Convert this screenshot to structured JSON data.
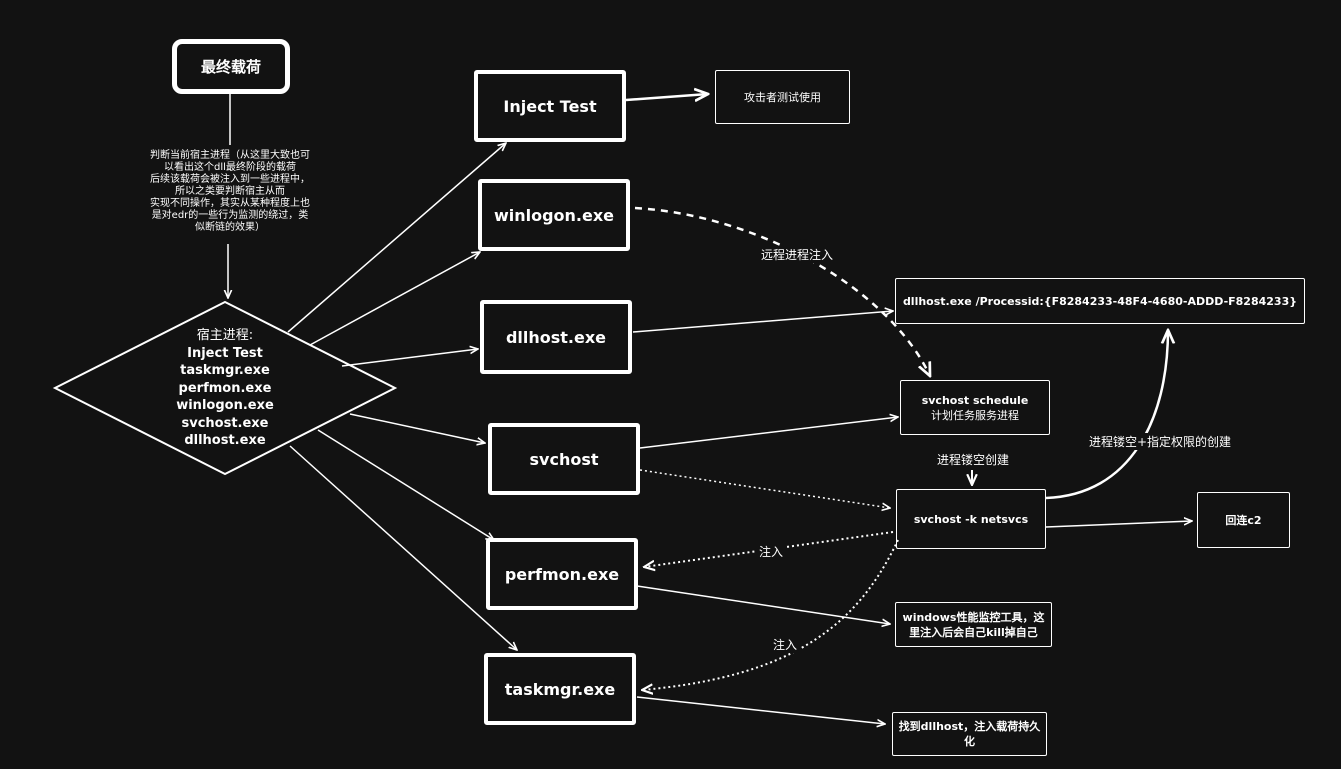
{
  "nodes": {
    "payload": "最终载荷",
    "inject_test": "Inject Test",
    "winlogon": "winlogon.exe",
    "dllhost": "dllhost.exe",
    "svchost": "svchost",
    "perfmon": "perfmon.exe",
    "taskmgr": "taskmgr.exe",
    "attacker_test": "攻击者测试使用",
    "dllhost_cmd": "dllhost.exe /Processid:{F8284233-48F4-4680-ADDD-F8284233}",
    "svchost_schedule_line1": "svchost  schedule",
    "svchost_schedule_line2": "计划任务服务进程",
    "svchost_netsvcs": "svchost -k netsvcs",
    "callback_c2": "回连c2",
    "perfmon_note": "windows性能监控工具，这里注入后会自己kill掉自己",
    "taskmgr_note": "找到dllhost，注入载荷持久化"
  },
  "diamond": {
    "title": "宿主进程:",
    "items": [
      "Inject Test",
      "taskmgr.exe",
      "perfmon.exe",
      "winlogon.exe",
      "svchost.exe",
      "dllhost.exe"
    ]
  },
  "note_lines": [
    "判断当前宿主进程（从这里大致也可",
    "以看出这个dll最终阶段的载荷",
    "后续该载荷会被注入到一些进程中，",
    "所以之类要判断宿主从而",
    "实现不同操作，其实从某种程度上也",
    "是对edr的一些行为监测的绕过，类",
    "似断链的效果）"
  ],
  "edge_labels": {
    "remote_inject": "远程进程注入",
    "hollow_create": "进程镂空创建",
    "hollow_privilege": "进程镂空+指定权限的创建",
    "inject_1": "注入",
    "inject_2": "注入"
  }
}
